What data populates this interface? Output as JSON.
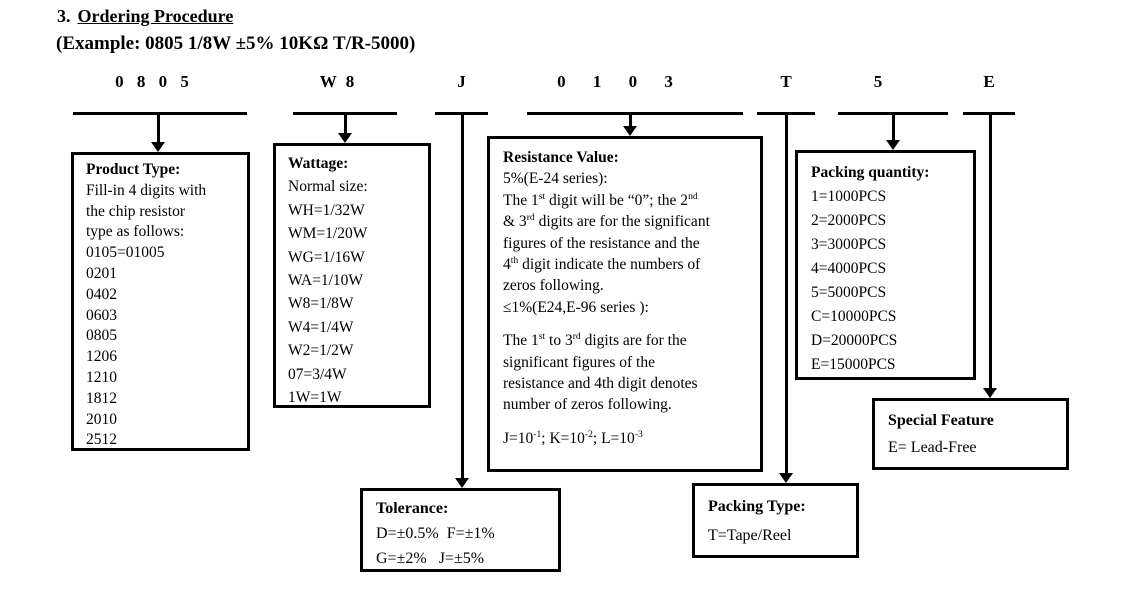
{
  "colors": {
    "ink": "#000000",
    "background": "#ffffff"
  },
  "page": {
    "section_number": "3.",
    "section_title": "Ordering Procedure",
    "example": "(Example: 0805 1/8W ±5% 10KΩ T/R-5000)"
  },
  "code": {
    "segments": [
      {
        "name": "product-type",
        "label": "0 8 0 5"
      },
      {
        "name": "wattage",
        "label": "W 8"
      },
      {
        "name": "tolerance",
        "label": "J"
      },
      {
        "name": "resistance-value",
        "label": "0 1 0 3"
      },
      {
        "name": "packing-type",
        "label": "T"
      },
      {
        "name": "packing-quantity",
        "label": "5"
      },
      {
        "name": "special-feature",
        "label": "E"
      }
    ]
  },
  "boxes": {
    "product_type": {
      "title": "Product Type:",
      "lines": [
        "Fill-in 4 digits with",
        "the chip resistor",
        "type as follows:",
        "0105=01005",
        "0201",
        "0402",
        "0603",
        "0805",
        "1206",
        "1210",
        "1812",
        "2010",
        "2512"
      ]
    },
    "wattage": {
      "title": "Wattage:",
      "lines": [
        "Normal size:",
        "WH=1/32W",
        "WM=1/20W",
        "WG=1/16W",
        "WA=1/10W",
        "W8=1/8W",
        "W4=1/4W",
        "W2=1/2W",
        "07=3/4W",
        "1W=1W"
      ]
    },
    "resistance_value": {
      "title": "Resistance Value:",
      "lines": [
        "5%(E-24 series):",
        "The 1^{st} digit will be “0”; the 2^{nd}",
        "& 3^{rd} digits are for the significant",
        "figures of the resistance and the",
        "4^{th} digit indicate the numbers of",
        "zeros following.",
        "≤1%(E24,E-96 series ):",
        "",
        "The 1^{st} to 3^{rd} digits are for the",
        "significant figures of the",
        "resistance and 4th digit denotes",
        "number of zeros following.",
        "",
        "J=10^{-1}; K=10^{-2}; L=10^{-3}"
      ]
    },
    "packing_quantity": {
      "title": "Packing quantity:",
      "lines": [
        "1=1000PCS",
        "2=2000PCS",
        "3=3000PCS",
        "4=4000PCS",
        "5=5000PCS",
        "C=10000PCS",
        "D=20000PCS",
        "E=15000PCS"
      ]
    },
    "special_feature": {
      "title": "Special Feature",
      "lines": [
        "E= Lead-Free"
      ]
    },
    "tolerance": {
      "title": "Tolerance:",
      "lines": [
        "D=±0.5%  F=±1%",
        "G=±2%   J=±5%"
      ]
    },
    "packing_type": {
      "title": "Packing Type:",
      "lines": [
        "T=Tape/Reel"
      ]
    }
  }
}
